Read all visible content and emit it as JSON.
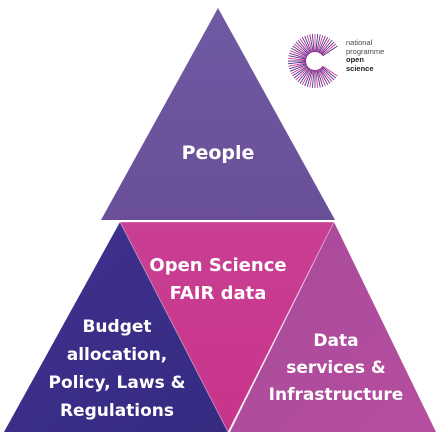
{
  "colors": {
    "top": "#6a5499",
    "left": "#3a2f87",
    "center": "#c93c8e",
    "right": "#b0499b",
    "logo_line": "#5b2d8e"
  },
  "diagram": {
    "top_label": "People",
    "center_label_lines": [
      "Open Science",
      "FAIR data"
    ],
    "left_label_lines": [
      "Budget",
      "allocation,",
      "Policy, Laws &",
      "Regulations"
    ],
    "right_label_lines": [
      "Data",
      "services &",
      "Infrastructure"
    ]
  },
  "logo": {
    "icon": "sunburst-icon",
    "text_lines": [
      "national",
      "programme",
      "open",
      "science"
    ]
  }
}
